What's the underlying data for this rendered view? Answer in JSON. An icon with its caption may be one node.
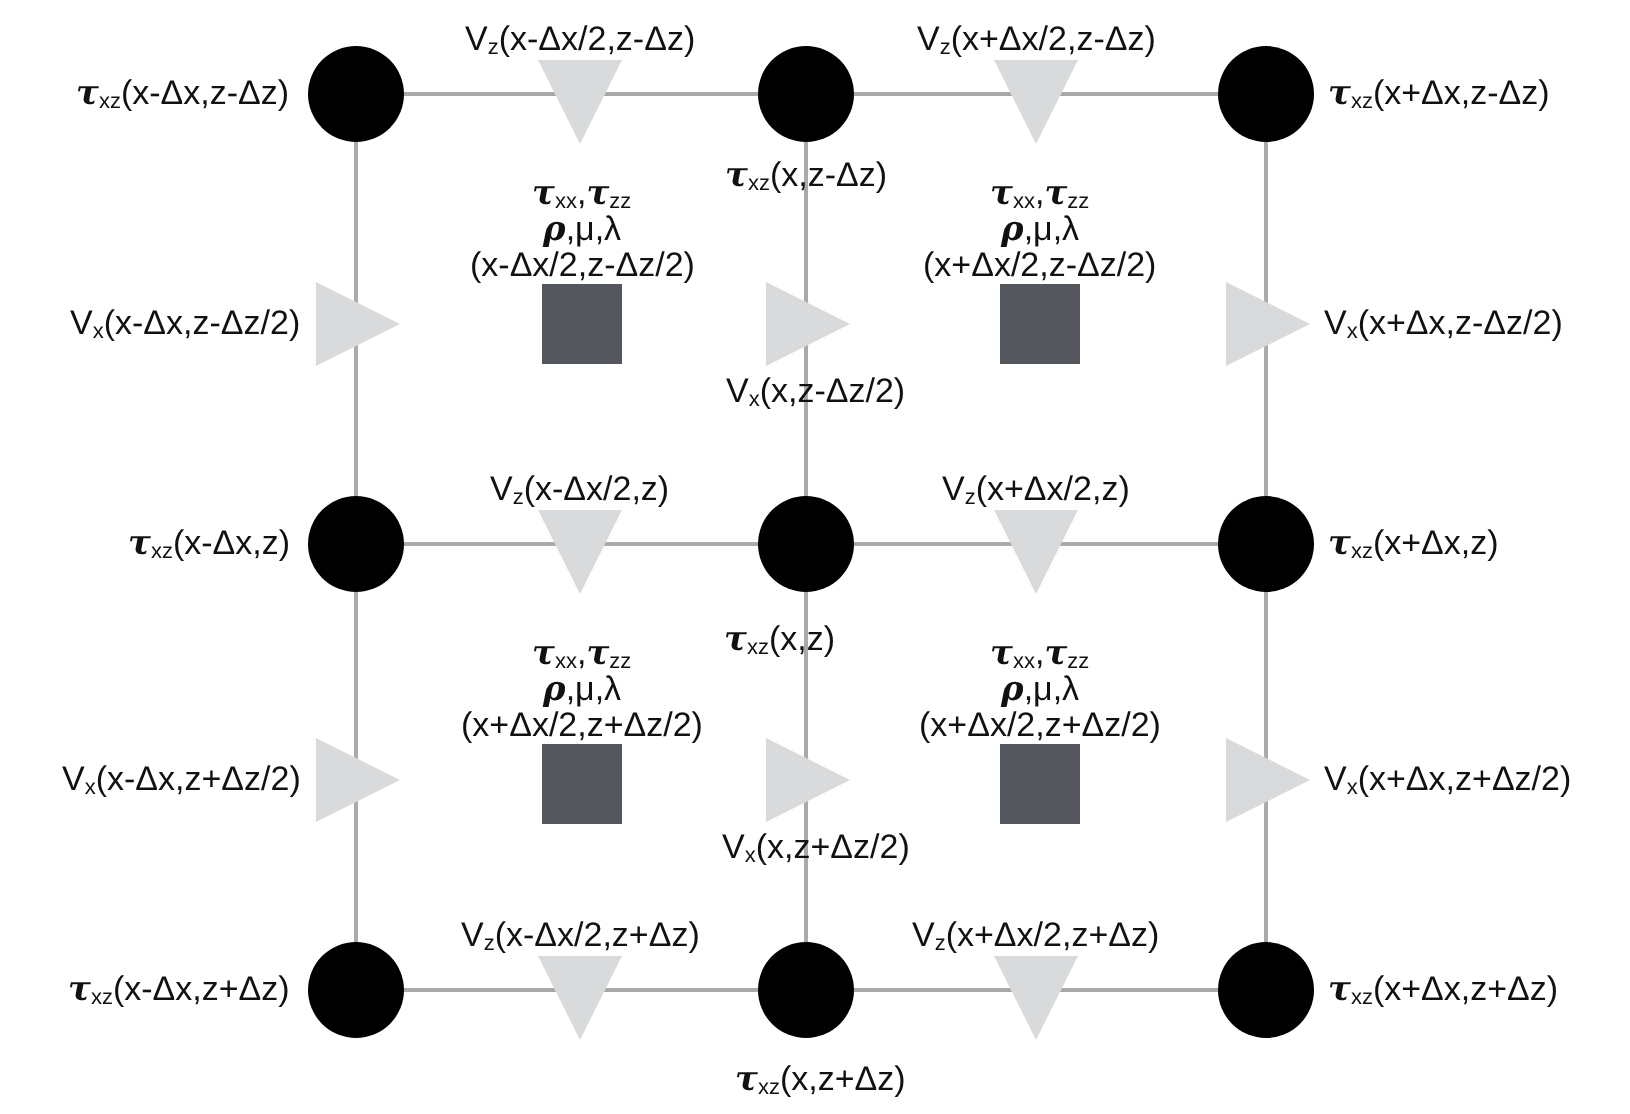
{
  "diagram": {
    "nodes": [
      {
        "text": [],
        "shape": "circle",
        "beside": [
          "**τ**$_{xz}$(x-Δx,z-Δz)"
        ]
      },
      {
        "text": [],
        "shape": "triangle",
        "beside": [
          "V$_{z}$(x-Δx/2,z-Δz)"
        ]
      },
      {
        "text": [],
        "shape": "circle",
        "beside": [
          "**τ**$_{xz}$(x,z-Δz)"
        ]
      },
      {
        "text": [],
        "shape": "triangle",
        "beside": [
          "V$_{z}$(x+Δx/2,z-Δz)"
        ]
      },
      {
        "text": [],
        "shape": "circle",
        "beside": [
          "**τ**$_{xz}$(x+Δx,z-Δz)"
        ]
      },
      {
        "text": [],
        "shape": "triangle",
        "beside": [
          "V$_{x}$(x-Δx,z-Δz/2)"
        ]
      },
      {
        "text": [],
        "shape": "box",
        "beside": [
          "**τ**$_{xx}$,**τ**$_{zz}$",
          "**ρ**,μ,λ",
          "(x-Δx/2,z-Δz/2)"
        ]
      },
      {
        "text": [],
        "shape": "triangle",
        "beside": [
          "V$_{x}$(x,z-Δz/2)"
        ]
      },
      {
        "text": [],
        "shape": "box",
        "beside": [
          "**τ**$_{xx}$,**τ**$_{zz}$",
          "**ρ**,μ,λ",
          "(x+Δx/2,z-Δz/2)"
        ]
      },
      {
        "text": [],
        "shape": "triangle",
        "beside": [
          "V$_{x}$(x+Δx,z-Δz/2)"
        ]
      },
      {
        "text": [],
        "shape": "circle",
        "beside": [
          "**τ**$_{xz}$(x-Δx,z)"
        ]
      },
      {
        "text": [],
        "shape": "triangle",
        "beside": [
          "V$_{z}$(x-Δx/2,z)"
        ]
      },
      {
        "text": [],
        "shape": "circle",
        "beside": [
          "**τ**$_{xz}$(x,z)"
        ]
      },
      {
        "text": [],
        "shape": "triangle",
        "beside": [
          "V$_{z}$(x+Δx/2,z)"
        ]
      },
      {
        "text": [],
        "shape": "circle",
        "beside": [
          "**τ**$_{xz}$(x+Δx,z)"
        ]
      },
      {
        "text": [],
        "shape": "triangle",
        "beside": [
          "V$_{x}$(x-Δx,z+Δz/2)"
        ]
      },
      {
        "text": [],
        "shape": "box",
        "beside": [
          "**τ**$_{xx}$,**τ**$_{zz}$",
          "**ρ**,μ,λ",
          "(x+Δx/2,z+Δz/2)"
        ]
      },
      {
        "text": [],
        "shape": "triangle",
        "beside": [
          "V$_{x}$(x,z+Δz/2)"
        ]
      },
      {
        "text": [],
        "shape": "box",
        "beside": [
          "**τ**$_{xx}$,**τ**$_{zz}$",
          "**ρ**,μ,λ",
          "(x+Δx/2,z+Δz/2)"
        ]
      },
      {
        "text": [],
        "shape": "triangle",
        "beside": [
          "V$_{x}$(x+Δx,z+Δz/2)"
        ]
      },
      {
        "text": [],
        "shape": "circle",
        "beside": [
          "**τ**$_{xz}$(x-Δx,z+Δz)"
        ]
      },
      {
        "text": [],
        "shape": "triangle",
        "beside": [
          "V$_{z}$(x-Δx/2,z+Δz)"
        ]
      },
      {
        "text": [],
        "shape": "circle",
        "beside": [
          "**τ**$_{xz}$(x,z+Δz)"
        ]
      },
      {
        "text": [],
        "shape": "triangle",
        "beside": [
          "V$_{z}$(x+Δx/2,z+Δz)"
        ]
      },
      {
        "text": [],
        "shape": "circle",
        "beside": [
          "**τ**$_{xz}$(x+Δx,z+Δz)"
        ]
      }
    ],
    "edges": [
      {
        "from": 0,
        "to": 1,
        "arrow": "none"
      },
      {
        "from": 1,
        "to": 2,
        "arrow": "none"
      },
      {
        "from": 2,
        "to": 3,
        "arrow": "none"
      },
      {
        "from": 3,
        "to": 4,
        "arrow": "none"
      },
      {
        "from": 0,
        "to": 5,
        "arrow": "none"
      },
      {
        "from": 5,
        "to": 10,
        "arrow": "none"
      },
      {
        "from": 2,
        "to": 7,
        "arrow": "none"
      },
      {
        "from": 7,
        "to": 12,
        "arrow": "none"
      },
      {
        "from": 4,
        "to": 9,
        "arrow": "none"
      },
      {
        "from": 9,
        "to": 14,
        "arrow": "none"
      },
      {
        "from": 10,
        "to": 11,
        "arrow": "none"
      },
      {
        "from": 11,
        "to": 12,
        "arrow": "none"
      },
      {
        "from": 12,
        "to": 13,
        "arrow": "none"
      },
      {
        "from": 13,
        "to": 14,
        "arrow": "none"
      },
      {
        "from": 10,
        "to": 15,
        "arrow": "none"
      },
      {
        "from": 15,
        "to": 20,
        "arrow": "none"
      },
      {
        "from": 12,
        "to": 17,
        "arrow": "none"
      },
      {
        "from": 17,
        "to": 22,
        "arrow": "none"
      },
      {
        "from": 14,
        "to": 19,
        "arrow": "none"
      },
      {
        "from": 19,
        "to": 24,
        "arrow": "none"
      },
      {
        "from": 20,
        "to": 21,
        "arrow": "none"
      },
      {
        "from": 21,
        "to": 22,
        "arrow": "none"
      },
      {
        "from": 22,
        "to": 23,
        "arrow": "none"
      },
      {
        "from": 23,
        "to": 24,
        "arrow": "none"
      }
    ]
  }
}
